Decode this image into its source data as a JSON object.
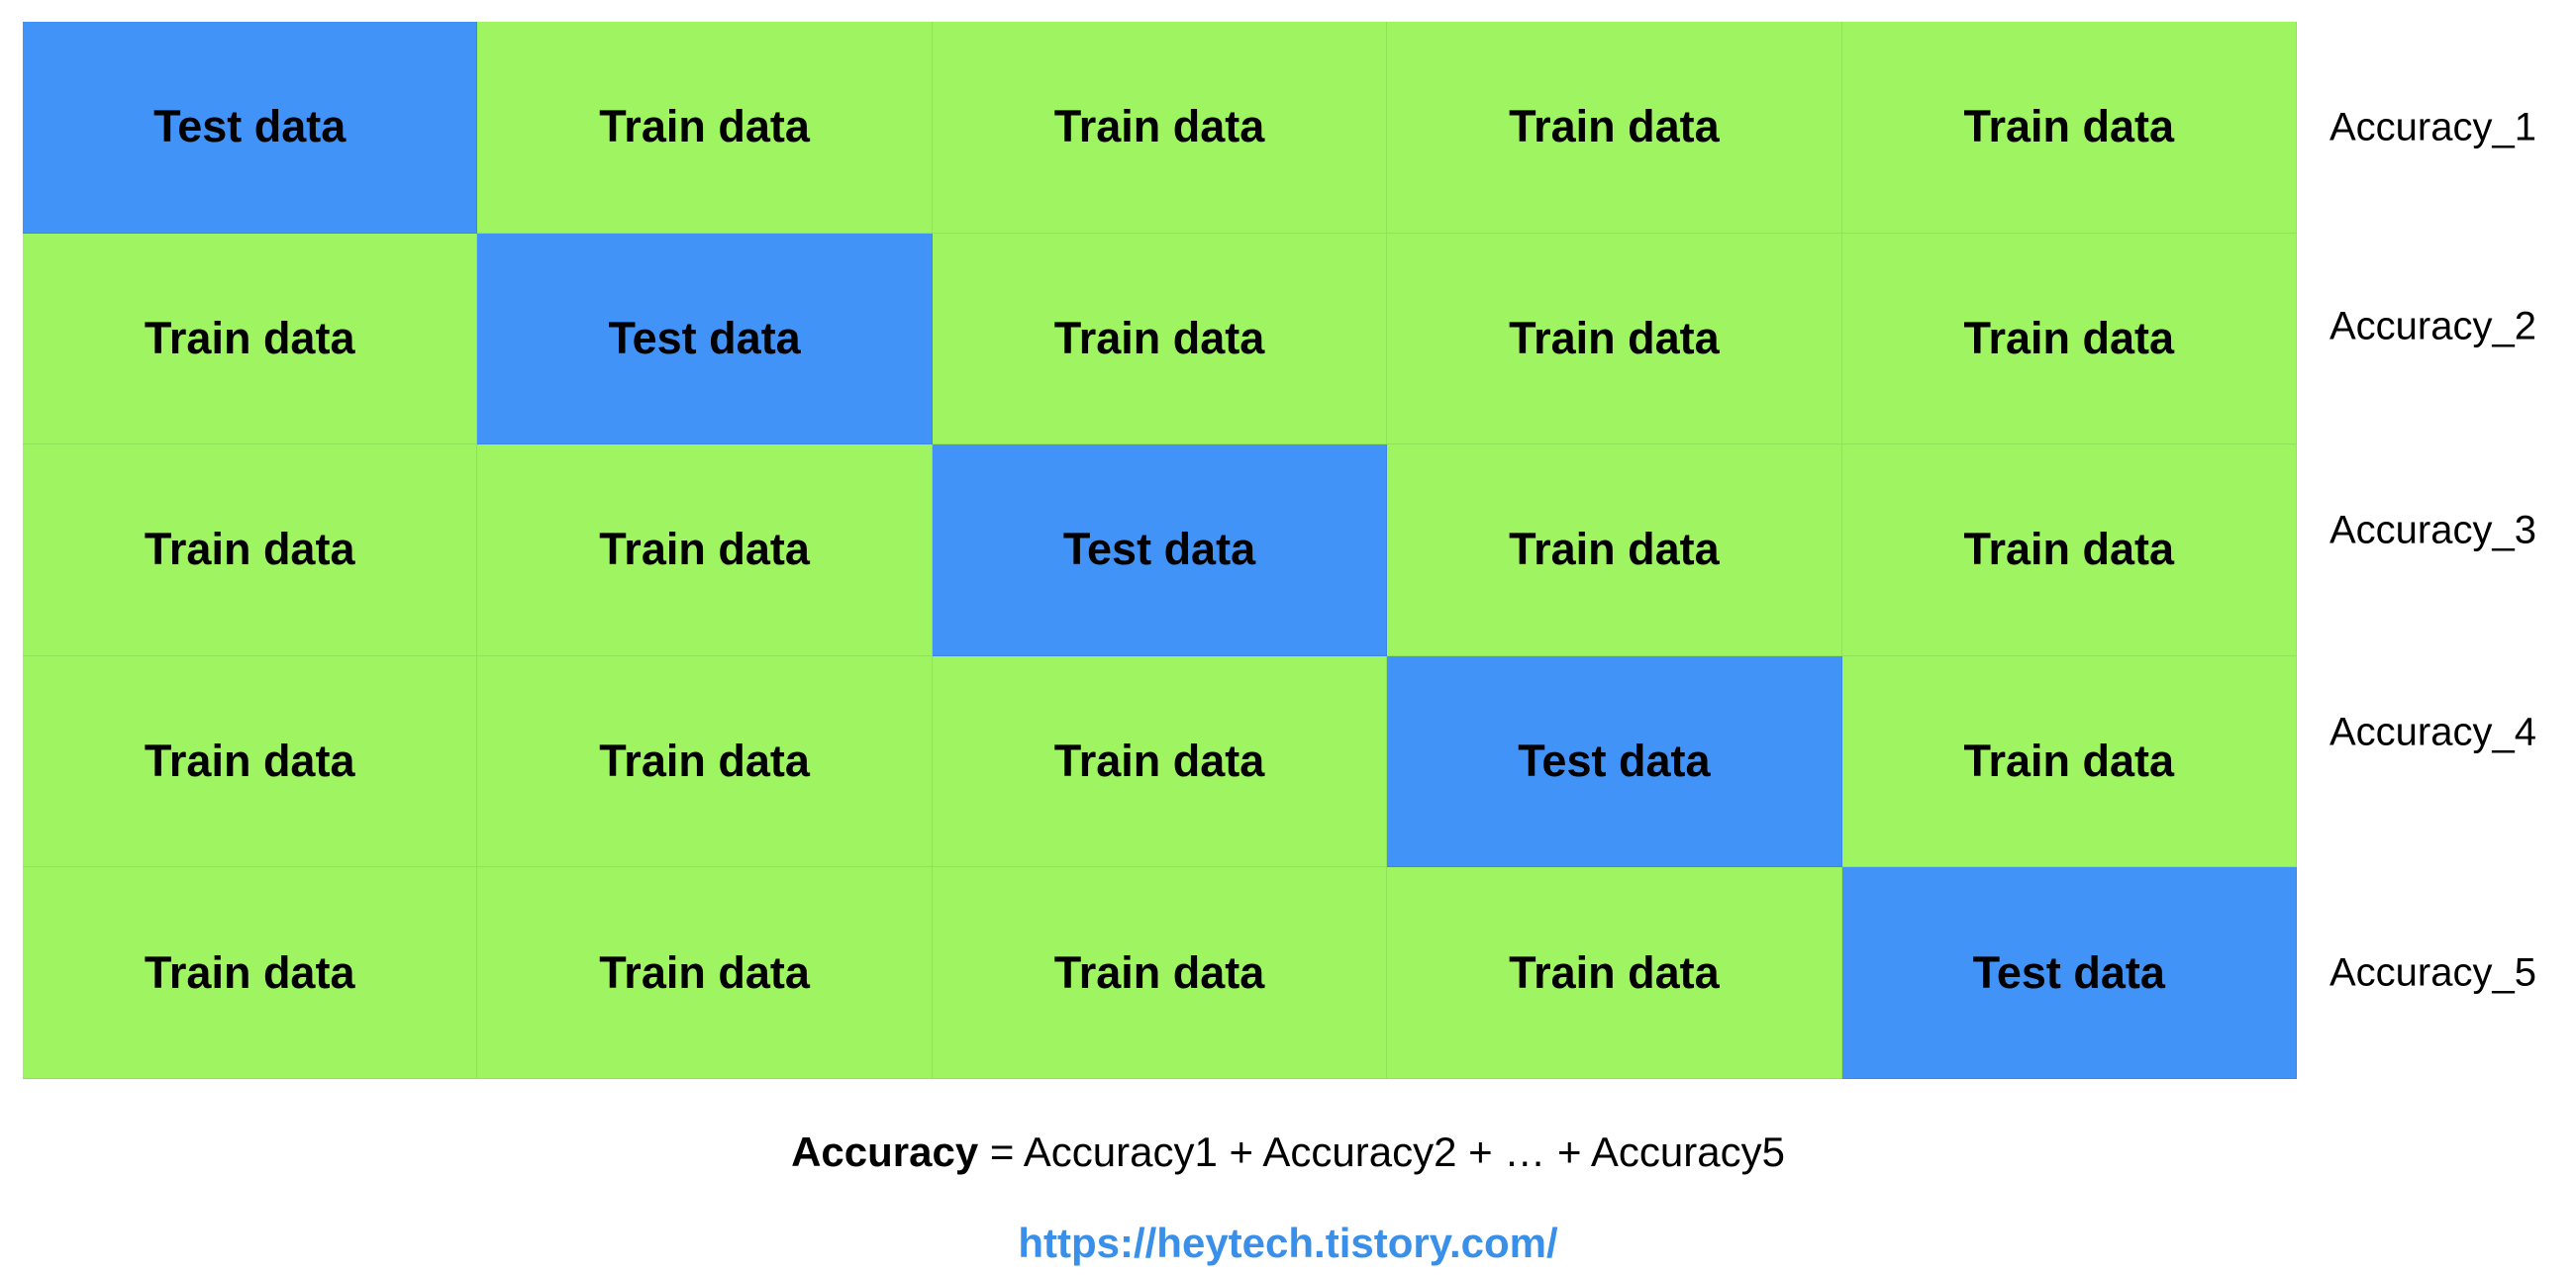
{
  "colors": {
    "test": "#4193F7",
    "train": "#9EF561",
    "url": "#3A8FE8"
  },
  "grid": {
    "rows": [
      {
        "cells": [
          {
            "label": "Test data",
            "kind": "test"
          },
          {
            "label": "Train data",
            "kind": "train"
          },
          {
            "label": "Train data",
            "kind": "train"
          },
          {
            "label": "Train data",
            "kind": "train"
          },
          {
            "label": "Train data",
            "kind": "train"
          }
        ],
        "accuracy": "Accuracy_1"
      },
      {
        "cells": [
          {
            "label": "Train data",
            "kind": "train"
          },
          {
            "label": "Test data",
            "kind": "test"
          },
          {
            "label": "Train data",
            "kind": "train"
          },
          {
            "label": "Train data",
            "kind": "train"
          },
          {
            "label": "Train data",
            "kind": "train"
          }
        ],
        "accuracy": "Accuracy_2"
      },
      {
        "cells": [
          {
            "label": "Train data",
            "kind": "train"
          },
          {
            "label": "Train data",
            "kind": "train"
          },
          {
            "label": "Test data",
            "kind": "test"
          },
          {
            "label": "Train data",
            "kind": "train"
          },
          {
            "label": "Train data",
            "kind": "train"
          }
        ],
        "accuracy": "Accuracy_3"
      },
      {
        "cells": [
          {
            "label": "Train data",
            "kind": "train"
          },
          {
            "label": "Train data",
            "kind": "train"
          },
          {
            "label": "Train data",
            "kind": "train"
          },
          {
            "label": "Test data",
            "kind": "test"
          },
          {
            "label": "Train data",
            "kind": "train"
          }
        ],
        "accuracy": "Accuracy_4"
      },
      {
        "cells": [
          {
            "label": "Train data",
            "kind": "train"
          },
          {
            "label": "Train data",
            "kind": "train"
          },
          {
            "label": "Train data",
            "kind": "train"
          },
          {
            "label": "Train data",
            "kind": "train"
          },
          {
            "label": "Test data",
            "kind": "test"
          }
        ],
        "accuracy": "Accuracy_5"
      }
    ]
  },
  "formula": {
    "lhs": "Accuracy",
    "rhs": " = Accuracy1 + Accuracy2 + … + Accuracy5"
  },
  "link": {
    "text": "https://heytech.tistory.com/"
  }
}
